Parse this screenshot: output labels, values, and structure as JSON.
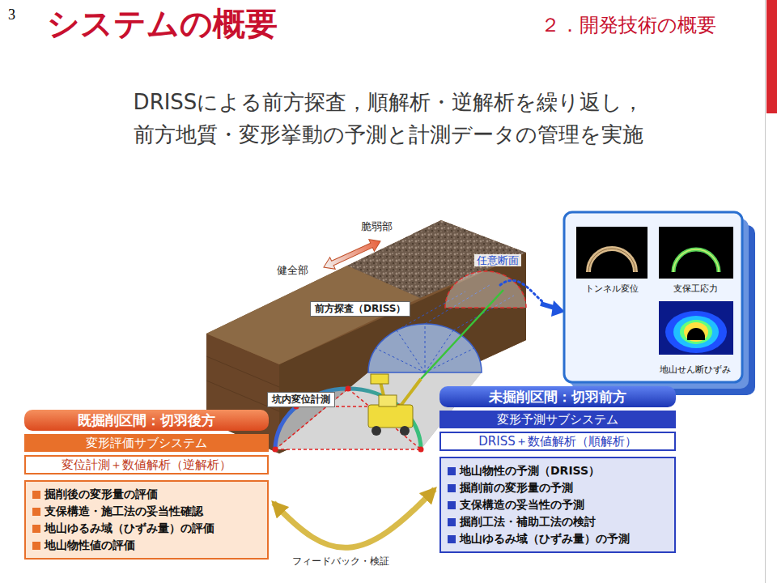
{
  "diagram": {
    "title": "システムの概要",
    "nodes": [
      {
        "text": [
          "トンネル変位"
        ]
      },
      {
        "text": [
          "支保工応力"
        ]
      },
      {
        "text": [
          "地山せん断ひずみ"
        ]
      },
      {
        "text": [
          "前方探査（DRISS）"
        ]
      },
      {
        "text": [
          "坑内変位計測"
        ]
      },
      {
        "text": [
          "既掘削区間：切羽後方"
        ]
      },
      {
        "text": [
          "変形評価サブシステム"
        ],
        "in": 5
      },
      {
        "text": [
          "変位計測＋数値解析（逆解析）"
        ],
        "in": 5
      },
      {
        "text": [
          "掘削後の変形量の評価",
          "支保構造・施工法の妥当性確認",
          "地山ゆるみ域（ひずみ量）の評価",
          "地山物性値の評価"
        ],
        "in": 5
      },
      {
        "text": [
          "未掘削区間：切羽前方"
        ]
      },
      {
        "text": [
          "変形予測サブシステム"
        ],
        "in": 9
      },
      {
        "text": [
          "DRISS＋数値解析（順解析）"
        ],
        "in": 9
      },
      {
        "text": [
          "地山物性の予測（DRISS）",
          "掘削前の変形量の予測",
          "支保構造の妥当性の予測",
          "掘削工法・補助工法の検討",
          "地山ゆるみ域（ひずみ量）の予測"
        ],
        "in": 9
      }
    ],
    "edges": [
      {
        "from": 8,
        "to": 12,
        "arrow": "both",
        "label": "フィードバック・検証"
      }
    ],
    "labels": [
      "3",
      "２．開発技術の概要",
      "DRISSによる前方探査，順解析・逆解析を繰り返し，",
      "前方地質・変形挙動の予測と計測データの管理を実施",
      "脆弱部",
      "健全部",
      "任意断面"
    ]
  }
}
